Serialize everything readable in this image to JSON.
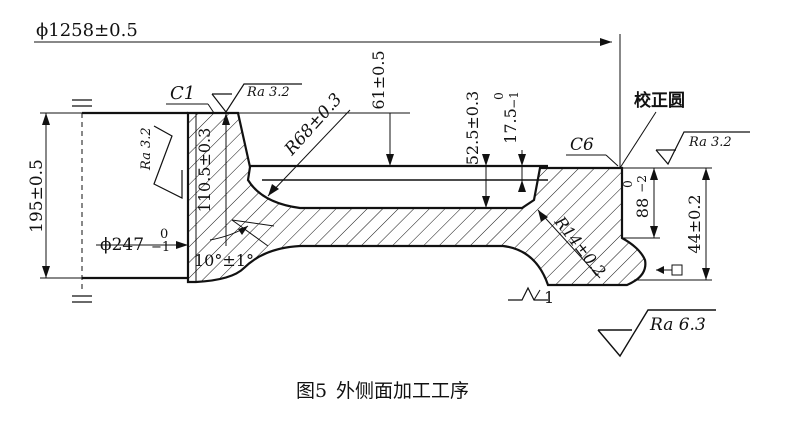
{
  "drawing": {
    "dims": {
      "phi1258": "ϕ1258±0.5",
      "d195": "195±0.5",
      "d110": "110.5±0.3",
      "r68": "R68±0.3",
      "d61": "61±0.5",
      "d52": "52.5±0.3",
      "d17_main": "17.5",
      "d17_up": "0",
      "d17_low": "−1",
      "phi247_main": "ϕ247",
      "phi247_up": "0",
      "phi247_low": "−1",
      "angle10": "10°±1°",
      "r14": "R14±0.2",
      "d88_main": "88",
      "d88_up": "0",
      "d88_low": "−2",
      "d44": "44±0.2"
    },
    "chamfers": {
      "c1": "C1",
      "c6": "C6"
    },
    "roughness": {
      "ra32_a": "Ra 3.2",
      "ra32_b": "Ra 3.2",
      "ra32_c": "Ra 3.2",
      "ra63": "Ra 6.3"
    },
    "notes": {
      "calibration_circle": "校正圆",
      "datum_mark": "1"
    }
  },
  "caption": {
    "label": "图5",
    "title": "外侧面加工工序"
  }
}
